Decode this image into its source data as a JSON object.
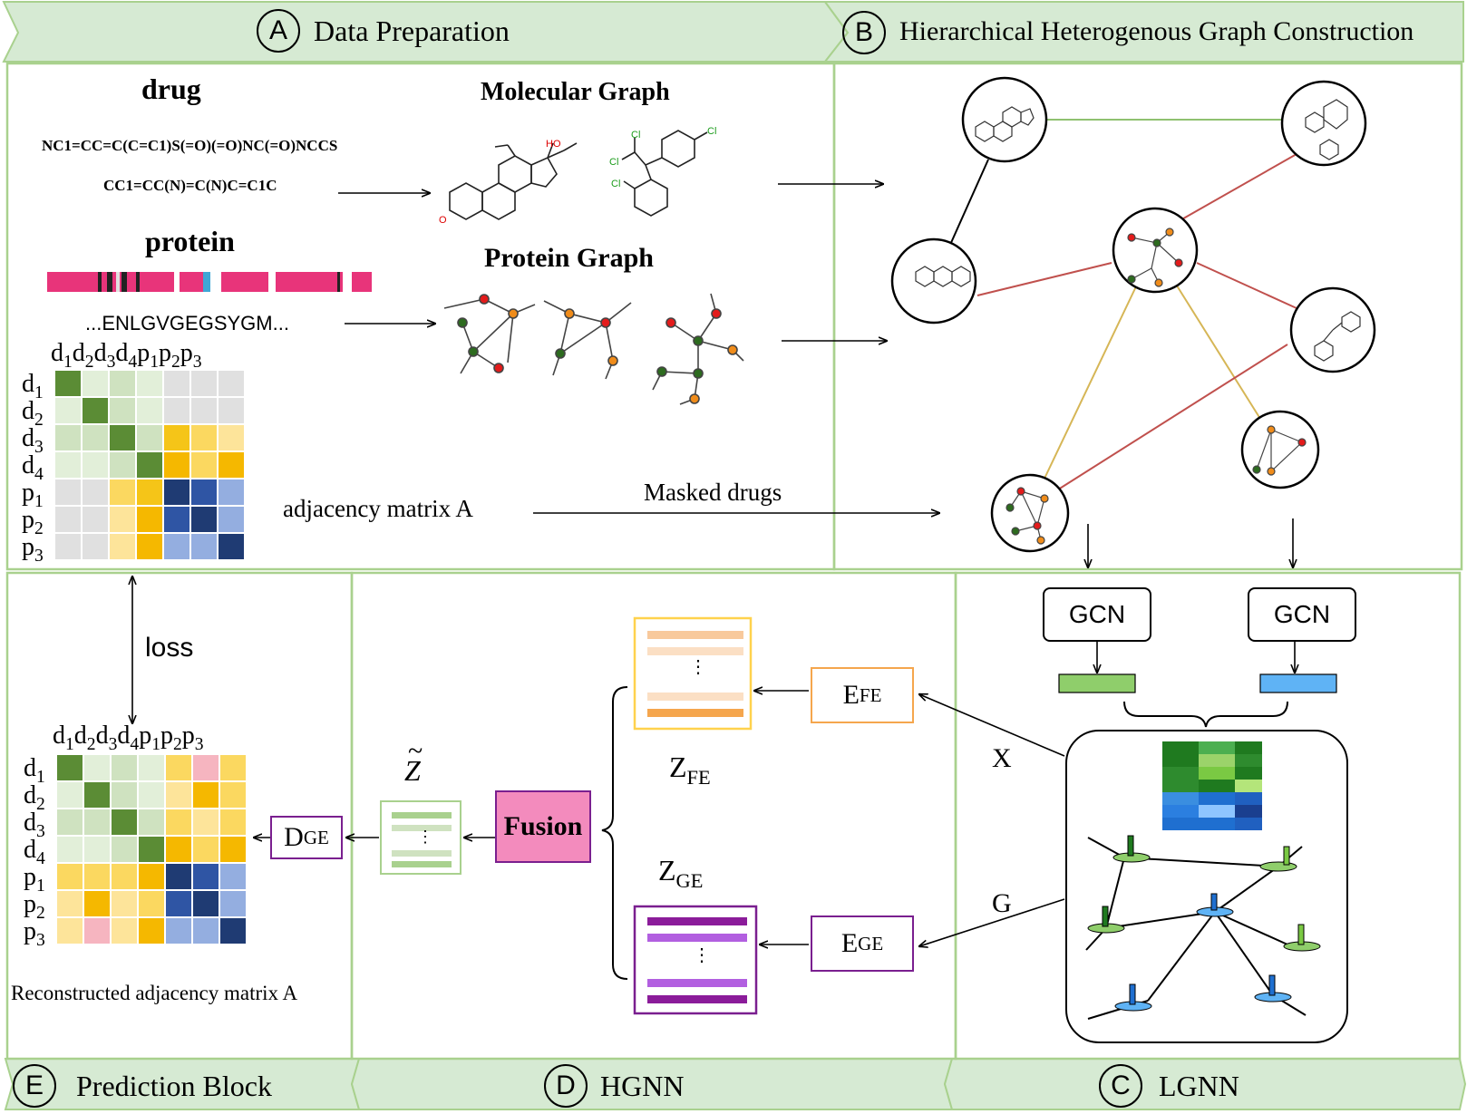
{
  "panels": {
    "a": {
      "letter": "A",
      "title": "Data Preparation"
    },
    "b": {
      "letter": "B",
      "title": "Hierarchical Heterogenous Graph Construction"
    },
    "c": {
      "letter": "C",
      "title": "LGNN"
    },
    "d": {
      "letter": "D",
      "title": "HGNN"
    },
    "e": {
      "letter": "E",
      "title": "Prediction Block"
    }
  },
  "data_prep": {
    "drug_title": "drug",
    "smiles_1": "NC1=CC=C(C=C1)S(=O)(=O)NC(=O)NCCS",
    "smiles_2": "CC1=CC(N)=C(N)C=C1C",
    "protein_title": "protein",
    "sequence": "...ENLGVGEGSYGM...",
    "molecular_graph": "Molecular Graph",
    "protein_graph": "Protein Graph",
    "adjacency_label": "adjacency matrix A",
    "masked_drugs": "Masked drugs",
    "matrix_cols": "d1d2d3d4p1p2p3",
    "row_labels": [
      {
        "b": "d",
        "s": "1"
      },
      {
        "b": "d",
        "s": "2"
      },
      {
        "b": "d",
        "s": "3"
      },
      {
        "b": "d",
        "s": "4"
      },
      {
        "b": "p",
        "s": "1"
      },
      {
        "b": "p",
        "s": "2"
      },
      {
        "b": "p",
        "s": "3"
      }
    ],
    "matrix_colors": [
      [
        "#5b8c35",
        "#e2efd9",
        "#cfe2c0",
        "#e2efd9",
        "#e0e0e0",
        "#e0e0e0",
        "#e0e0e0"
      ],
      [
        "#e2efd9",
        "#5b8c35",
        "#cfe2c0",
        "#e2efd9",
        "#e0e0e0",
        "#e0e0e0",
        "#e0e0e0"
      ],
      [
        "#cfe2c0",
        "#cfe2c0",
        "#5b8c35",
        "#cfe2c0",
        "#f5c518",
        "#fbd860",
        "#fde49a"
      ],
      [
        "#e2efd9",
        "#e2efd9",
        "#cfe2c0",
        "#5b8c35",
        "#f5b800",
        "#fbd860",
        "#f5b800"
      ],
      [
        "#e0e0e0",
        "#e0e0e0",
        "#fbd860",
        "#f5c518",
        "#1f3b73",
        "#2f55a4",
        "#94aee0"
      ],
      [
        "#e0e0e0",
        "#e0e0e0",
        "#fde49a",
        "#f5b800",
        "#2f55a4",
        "#1f3b73",
        "#94aee0"
      ],
      [
        "#e0e0e0",
        "#e0e0e0",
        "#fde49a",
        "#f5b800",
        "#94aee0",
        "#94aee0",
        "#1f3b73"
      ]
    ]
  },
  "lgnn": {
    "gcn_1": "GCN",
    "gcn_2": "GCN",
    "x_label": "X",
    "g_label": "G"
  },
  "hgnn": {
    "fusion": "Fusion",
    "z_fe": {
      "b": "Z",
      "s": "FE"
    },
    "z_ge": {
      "b": "Z",
      "s": "GE"
    },
    "e_fe": {
      "b": "E",
      "s": "FE"
    },
    "e_ge": {
      "b": "E",
      "s": "GE"
    },
    "z_tilde": "Z",
    "tilde": "~",
    "dots": "⋮"
  },
  "prediction": {
    "loss": "loss",
    "d_ge": {
      "b": "D",
      "s": "GE"
    },
    "recon_label": "Reconstructed adjacency matrix A",
    "matrix_cols": "d1d2d3d4p1p2p3",
    "matrix_colors": [
      [
        "#5b8c35",
        "#e2efd9",
        "#cfe2c0",
        "#e2efd9",
        "#fbd860",
        "#f6b5c0",
        "#fbd860"
      ],
      [
        "#e2efd9",
        "#5b8c35",
        "#cfe2c0",
        "#e2efd9",
        "#fde49a",
        "#f5b800",
        "#fbd860"
      ],
      [
        "#cfe2c0",
        "#cfe2c0",
        "#5b8c35",
        "#cfe2c0",
        "#fbd860",
        "#fde49a",
        "#fbd860"
      ],
      [
        "#e2efd9",
        "#e2efd9",
        "#cfe2c0",
        "#5b8c35",
        "#f5b800",
        "#fbd860",
        "#f5b800"
      ],
      [
        "#fbd860",
        "#fbd860",
        "#fbd860",
        "#f5b800",
        "#1f3b73",
        "#2f55a4",
        "#94aee0"
      ],
      [
        "#fde49a",
        "#f5b800",
        "#fde49a",
        "#fbd860",
        "#2f55a4",
        "#1f3b73",
        "#94aee0"
      ],
      [
        "#fde49a",
        "#f6b5c0",
        "#fde49a",
        "#f5b800",
        "#94aee0",
        "#94aee0",
        "#1f3b73"
      ]
    ]
  },
  "colors": {
    "banner_fill": "#d6ead3",
    "panel_border": "#a9d18e",
    "fusion_fill": "#f38bbd",
    "purple": "#7a1f8f",
    "orange": "#f5a64d",
    "edge_red": "#c0504d",
    "edge_green": "#8fc170",
    "edge_yellow": "#d6b656"
  }
}
